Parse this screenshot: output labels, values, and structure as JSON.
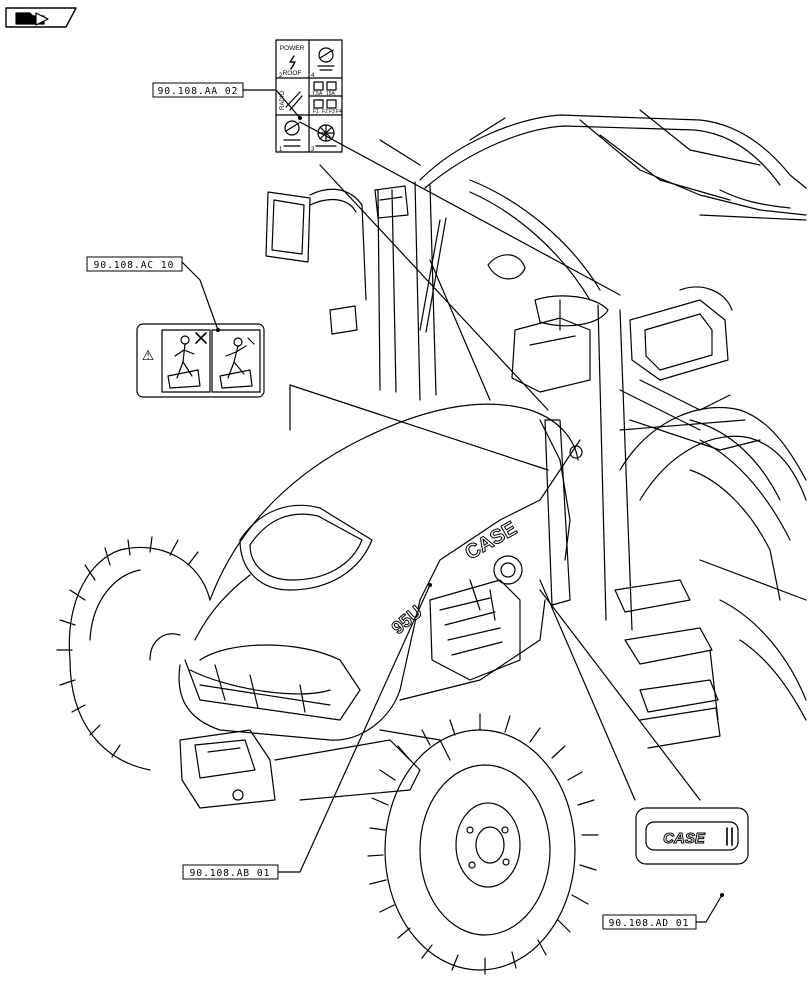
{
  "callouts": {
    "ref_aa02": "90.108.AA 02",
    "ref_ac10": "90.108.AC 10",
    "ref_ab01": "90.108.AB 01",
    "ref_ad01": "90.108.AD 01"
  },
  "decal_switch_panel": {
    "power_line1": "POWER",
    "power_line2": "ROOF",
    "row_number_1": "1",
    "row_number_2": "2",
    "row_number_3": "3",
    "row_number_4": "4",
    "side_text": "RADIO",
    "fuse_labels": [
      "7.5A",
      "15A",
      "F1",
      "F2",
      "F3",
      "F4"
    ]
  },
  "decal_warning": {
    "symbol": "⚠"
  },
  "decal_logo": {
    "brand": "CASE"
  },
  "hood_branding": {
    "brand": "CASE",
    "model": "95U"
  },
  "colors": {
    "line": "#000000",
    "background": "#ffffff"
  },
  "icons": {
    "nav": "arrow-folder-icon"
  }
}
